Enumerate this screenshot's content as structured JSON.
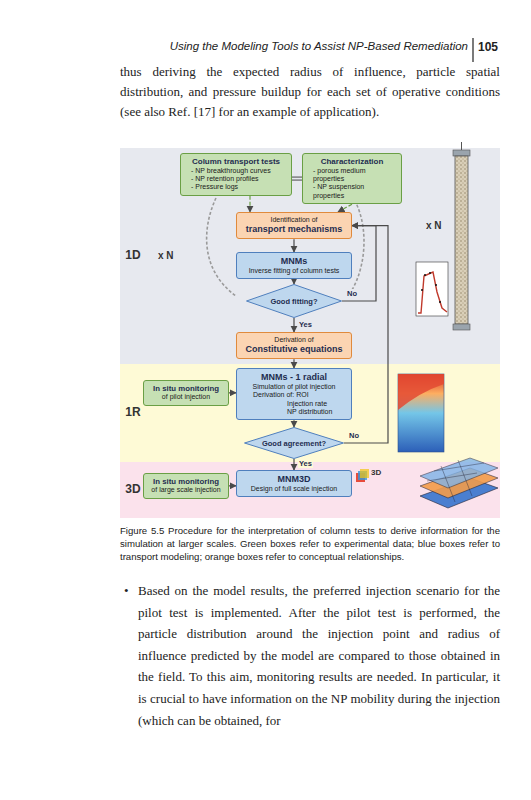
{
  "diagram": {
    "caption": "Figure 5.5 Procedure for the interpretation of column tests to derive information for the simulation at larger scales. Green boxes refer to experimental data; blue boxes refer to transport modeling; orange boxes refer to conceptual relationships.",
    "nodes": [
      {
        "text": [
          "1D"
        ]
      },
      {
        "text": [
          "Column transport tests",
          "- NP breakthrough curves",
          "- NP retention profiles",
          "- Pressure logs"
        ],
        "in": 0
      },
      {
        "text": [
          "Characterization",
          "- porous medium properties",
          "- NP suspension properties"
        ],
        "in": 0
      },
      {
        "text": [
          "Identification of",
          "transport mechanisms"
        ],
        "in": 0
      },
      {
        "text": [
          "MNMs",
          "Inverse fitting of column tests"
        ],
        "in": 0
      },
      {
        "text": [
          "Good fitting?"
        ],
        "in": 0
      },
      {
        "text": [
          "Derivation of",
          "Constitutive equations"
        ],
        "in": 0
      },
      {
        "text": [
          "1R"
        ]
      },
      {
        "text": [
          "In situ monitoring",
          "of pilot injection"
        ],
        "in": 7
      },
      {
        "text": [
          "MNMs - 1 radial",
          "Simulation of pilot injection",
          "Derivation of: ROI",
          "Injection rate",
          "NP distribution"
        ],
        "in": 7
      },
      {
        "text": [
          "Good agreement?"
        ],
        "in": 7
      },
      {
        "text": [
          "3D"
        ]
      },
      {
        "text": [
          "In situ monitoring",
          "of large scale injection"
        ],
        "in": 11
      },
      {
        "text": [
          "MNM3D",
          "Design of full scale injection"
        ],
        "in": 11
      }
    ],
    "edges": [
      {
        "from": 1,
        "to": 2,
        "arrow": "none"
      },
      {
        "from": 1,
        "to": 3,
        "arrow": "to"
      },
      {
        "from": 2,
        "to": 3,
        "arrow": "to"
      },
      {
        "from": 3,
        "to": 4,
        "arrow": "to"
      },
      {
        "from": 4,
        "to": 5,
        "arrow": "to"
      },
      {
        "from": 5,
        "to": 3,
        "label": "No",
        "arrow": "to"
      },
      {
        "from": 5,
        "to": 6,
        "label": "Yes",
        "arrow": "to"
      },
      {
        "from": 6,
        "to": 9,
        "arrow": "to"
      },
      {
        "from": 8,
        "to": 9,
        "arrow": "to"
      },
      {
        "from": 9,
        "to": 10,
        "arrow": "to"
      },
      {
        "from": 10,
        "to": 3,
        "label": "No",
        "arrow": "to"
      },
      {
        "from": 10,
        "to": 13,
        "label": "Yes",
        "arrow": "to"
      },
      {
        "from": 12,
        "to": 13,
        "arrow": "to"
      }
    ],
    "labels": [
      "Using the Modeling Tools to Assist NP-Based Remediation",
      "105",
      "thus deriving the expected radius of influence, particle spatial distribution, and pressure buildup for each set of operative conditions (see also Ref. [17] for an example of application).",
      "x N",
      "x N",
      "3D",
      "•",
      "Based on the model results, the preferred injection scenario for the pilot test is implemented. After the pilot test is performed, the particle distribution around the injection point and radius of influence predicted by the model are compared to those obtained in the field. To this aim, monitoring results are needed. In particular, it is crucial to have information on the NP mobility during the injection (which can be obtained, for"
    ]
  }
}
